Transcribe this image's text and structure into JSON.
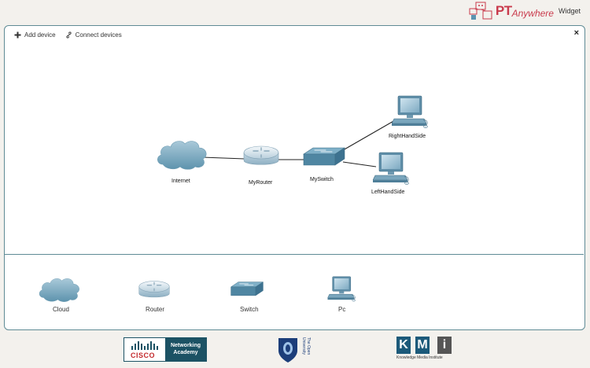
{
  "app": {
    "brand_pt": "PT",
    "brand_anywhere": "Anywhere",
    "brand_widget": "Widget"
  },
  "toolbar": {
    "add_device_label": "Add device",
    "connect_devices_label": "Connect devices",
    "close_symbol": "×"
  },
  "topology": {
    "nodes": [
      {
        "label": "Internet",
        "type": "cloud"
      },
      {
        "label": "MyRouter",
        "type": "router"
      },
      {
        "label": "MySwitch",
        "type": "switch"
      },
      {
        "label": "RightHandSide",
        "type": "pc"
      },
      {
        "label": "LeftHandSide",
        "type": "pc"
      }
    ]
  },
  "palette": {
    "items": [
      {
        "label": "Cloud",
        "icon": "cloud-icon"
      },
      {
        "label": "Router",
        "icon": "router-icon"
      },
      {
        "label": "Switch",
        "icon": "switch-icon"
      },
      {
        "label": "Pc",
        "icon": "pc-icon"
      }
    ]
  },
  "footer": {
    "cisco_word": "CISCO",
    "cisco_networking": "Networking",
    "cisco_academy": "Academy",
    "open_university": "The Open University",
    "kmi_letters": [
      "K",
      "M",
      "i"
    ],
    "kmi_subtitle": "Knowledge Media Institute"
  },
  "colors": {
    "panel_border": "#5f8b95",
    "device_blue": "#5b93b0",
    "brand_red": "#c93a4c",
    "cisco_teal": "#1c5264"
  }
}
